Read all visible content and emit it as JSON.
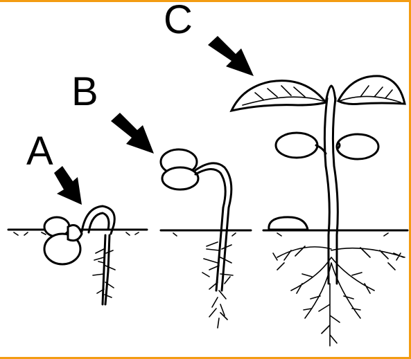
{
  "labels": {
    "a": "A",
    "b": "B",
    "c": "C"
  },
  "colors": {
    "frame": "#f39c12",
    "ink": "#000000",
    "background": "#ffffff"
  },
  "stages": [
    {
      "label": "A"
    },
    {
      "label": "B"
    },
    {
      "label": "C"
    }
  ]
}
